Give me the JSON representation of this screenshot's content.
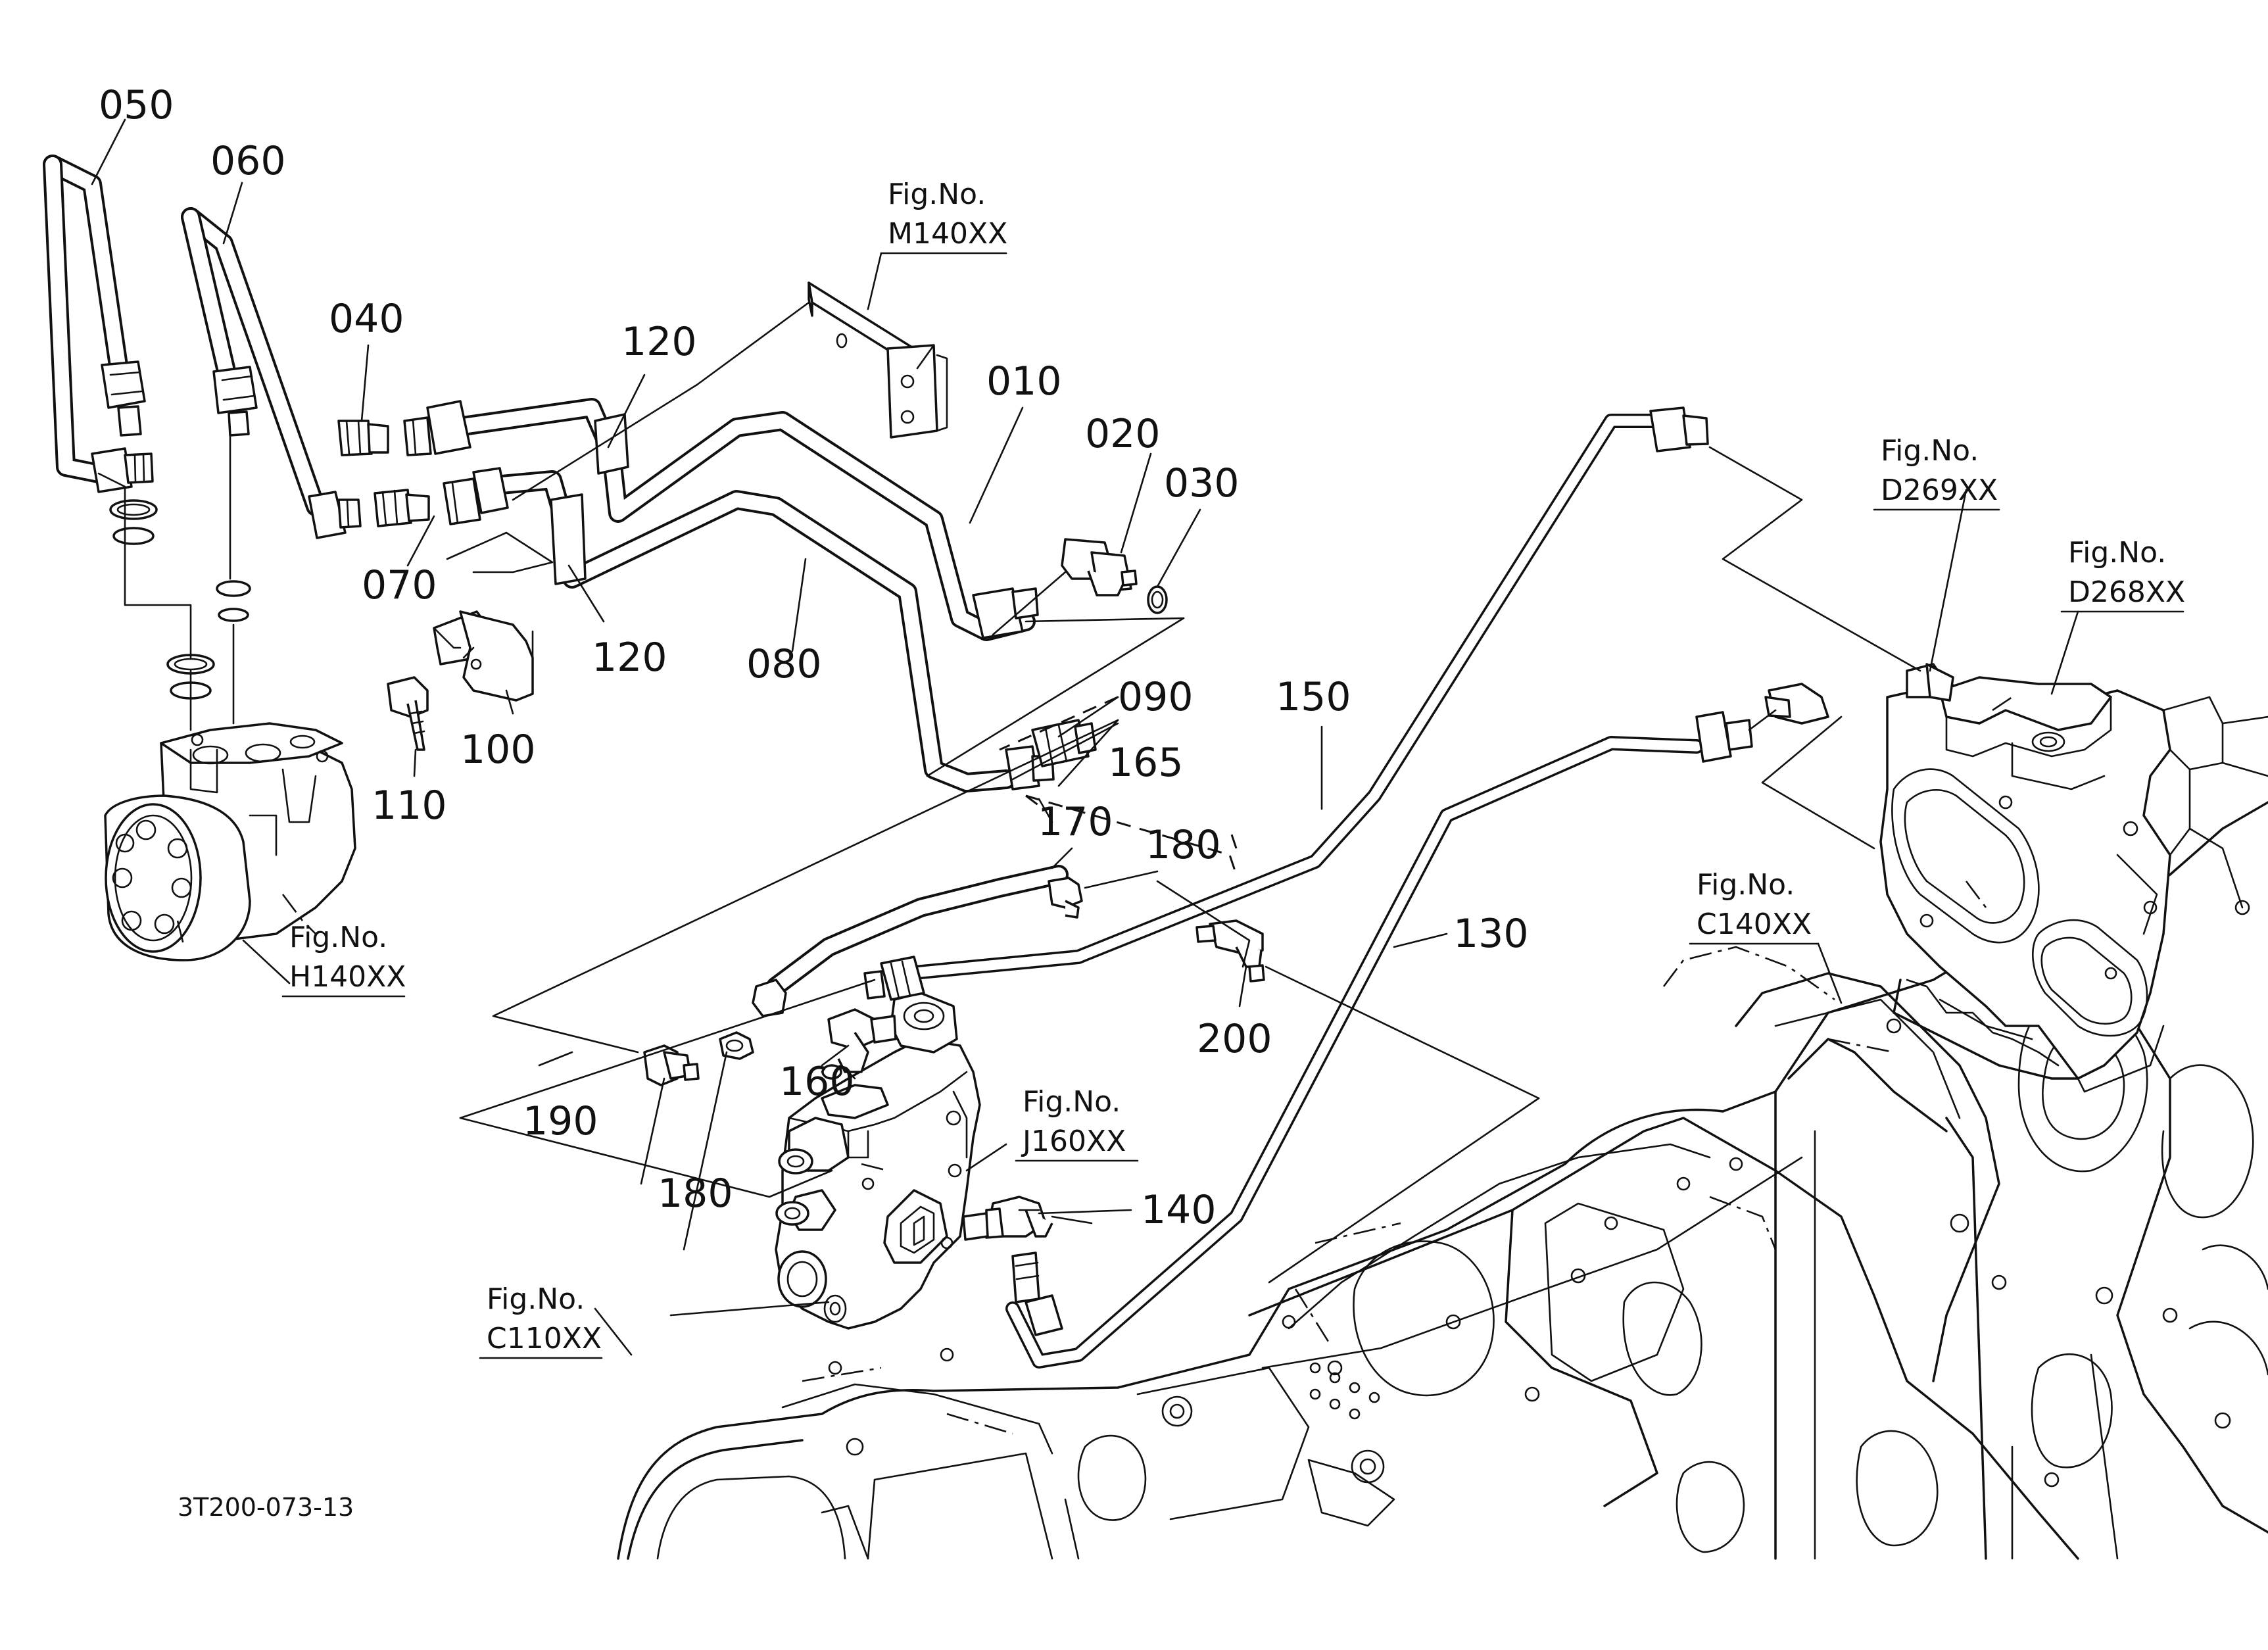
{
  "callouts": {
    "p010": "010",
    "p020": "020",
    "p030": "030",
    "p040": "040",
    "p050": "050",
    "p060": "060",
    "p070": "070",
    "p080": "080",
    "p090": "090",
    "p100": "100",
    "p110": "110",
    "p120a": "120",
    "p120b": "120",
    "p130": "130",
    "p140": "140",
    "p150": "150",
    "p160": "160",
    "p165": "165",
    "p170": "170",
    "p180a": "180",
    "p180b": "180",
    "p190": "190",
    "p200": "200"
  },
  "fig_refs": {
    "m140": {
      "label": "Fig.No.",
      "code": "M140XX"
    },
    "h140": {
      "label": "Fig.No.",
      "code": "H140XX"
    },
    "d269": {
      "label": "Fig.No.",
      "code": "D269XX"
    },
    "d268": {
      "label": "Fig.No.",
      "code": "D268XX"
    },
    "c140": {
      "label": "Fig.No.",
      "code": "C140XX"
    },
    "j160": {
      "label": "Fig.No.",
      "code": "J160XX"
    },
    "c110": {
      "label": "Fig.No.",
      "code": "C110XX"
    }
  },
  "drawing_number": "3T200-073-13"
}
